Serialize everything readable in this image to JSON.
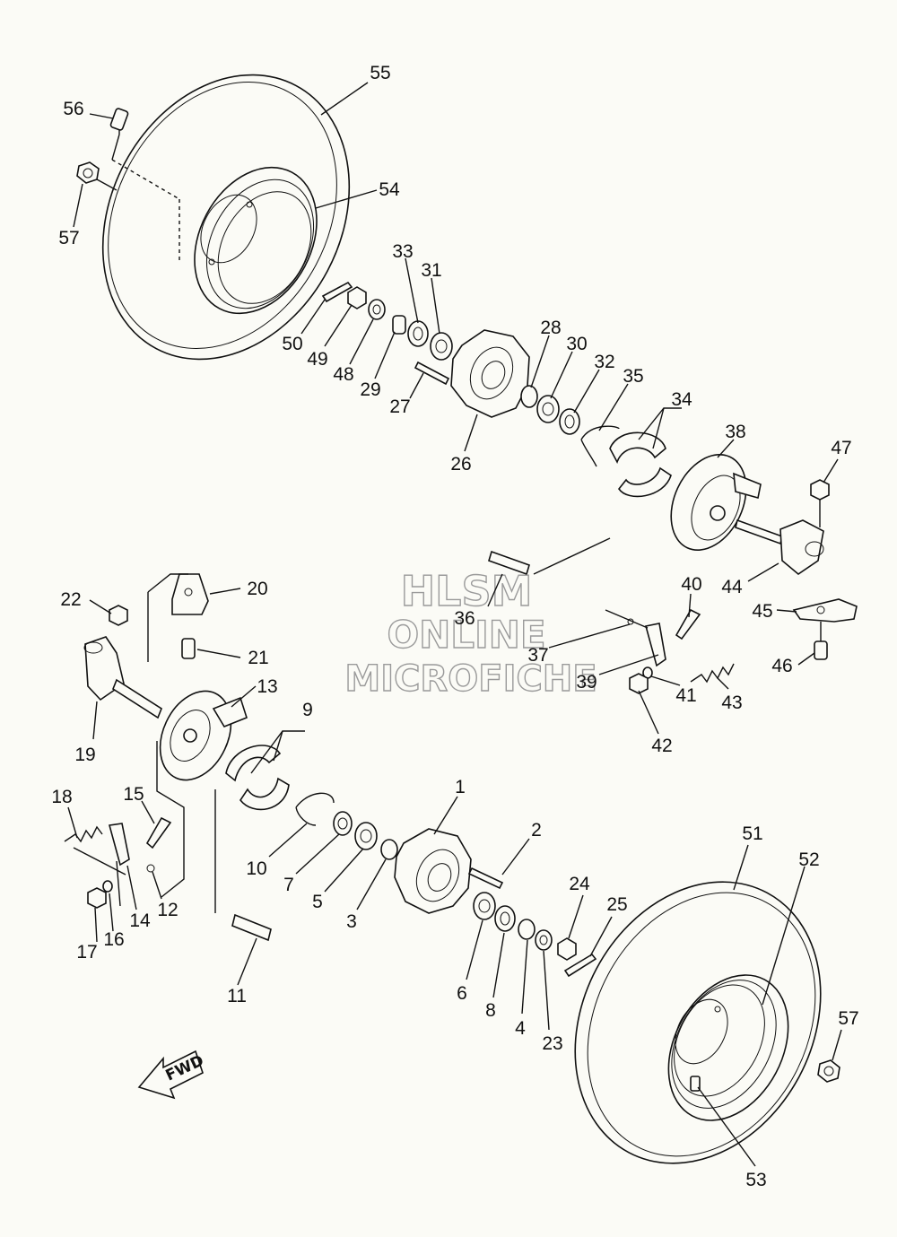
{
  "watermark": {
    "line1": "HLSM",
    "line2": "ONLINE",
    "line3": "MICROFICHE"
  },
  "direction_label": "FWD",
  "callouts": [
    {
      "id": "c1",
      "text": "1"
    },
    {
      "id": "c2",
      "text": "2"
    },
    {
      "id": "c3",
      "text": "3"
    },
    {
      "id": "c4",
      "text": "4"
    },
    {
      "id": "c5",
      "text": "5"
    },
    {
      "id": "c6",
      "text": "6"
    },
    {
      "id": "c7",
      "text": "7"
    },
    {
      "id": "c8",
      "text": "8"
    },
    {
      "id": "c9",
      "text": "9"
    },
    {
      "id": "c10",
      "text": "10"
    },
    {
      "id": "c11",
      "text": "11"
    },
    {
      "id": "c12",
      "text": "12"
    },
    {
      "id": "c13",
      "text": "13"
    },
    {
      "id": "c14",
      "text": "14"
    },
    {
      "id": "c15",
      "text": "15"
    },
    {
      "id": "c16",
      "text": "16"
    },
    {
      "id": "c17",
      "text": "17"
    },
    {
      "id": "c18",
      "text": "18"
    },
    {
      "id": "c19",
      "text": "19"
    },
    {
      "id": "c20",
      "text": "20"
    },
    {
      "id": "c21",
      "text": "21"
    },
    {
      "id": "c22",
      "text": "22"
    },
    {
      "id": "c23",
      "text": "23"
    },
    {
      "id": "c24",
      "text": "24"
    },
    {
      "id": "c25",
      "text": "25"
    },
    {
      "id": "c26",
      "text": "26"
    },
    {
      "id": "c27",
      "text": "27"
    },
    {
      "id": "c28",
      "text": "28"
    },
    {
      "id": "c29",
      "text": "29"
    },
    {
      "id": "c30",
      "text": "30"
    },
    {
      "id": "c31",
      "text": "31"
    },
    {
      "id": "c32",
      "text": "32"
    },
    {
      "id": "c33",
      "text": "33"
    },
    {
      "id": "c34",
      "text": "34"
    },
    {
      "id": "c35",
      "text": "35"
    },
    {
      "id": "c36",
      "text": "36"
    },
    {
      "id": "c37",
      "text": "37"
    },
    {
      "id": "c38",
      "text": "38"
    },
    {
      "id": "c39",
      "text": "39"
    },
    {
      "id": "c40",
      "text": "40"
    },
    {
      "id": "c41",
      "text": "41"
    },
    {
      "id": "c42",
      "text": "42"
    },
    {
      "id": "c43",
      "text": "43"
    },
    {
      "id": "c44",
      "text": "44"
    },
    {
      "id": "c45",
      "text": "45"
    },
    {
      "id": "c46",
      "text": "46"
    },
    {
      "id": "c47",
      "text": "47"
    },
    {
      "id": "c48",
      "text": "48"
    },
    {
      "id": "c49",
      "text": "49"
    },
    {
      "id": "c50",
      "text": "50"
    },
    {
      "id": "c51",
      "text": "51"
    },
    {
      "id": "c52",
      "text": "52"
    },
    {
      "id": "c53",
      "text": "53"
    },
    {
      "id": "c54",
      "text": "54"
    },
    {
      "id": "c55",
      "text": "55"
    },
    {
      "id": "c56",
      "text": "56"
    },
    {
      "id": "c57a",
      "text": "57"
    },
    {
      "id": "c57b",
      "text": "57"
    }
  ]
}
